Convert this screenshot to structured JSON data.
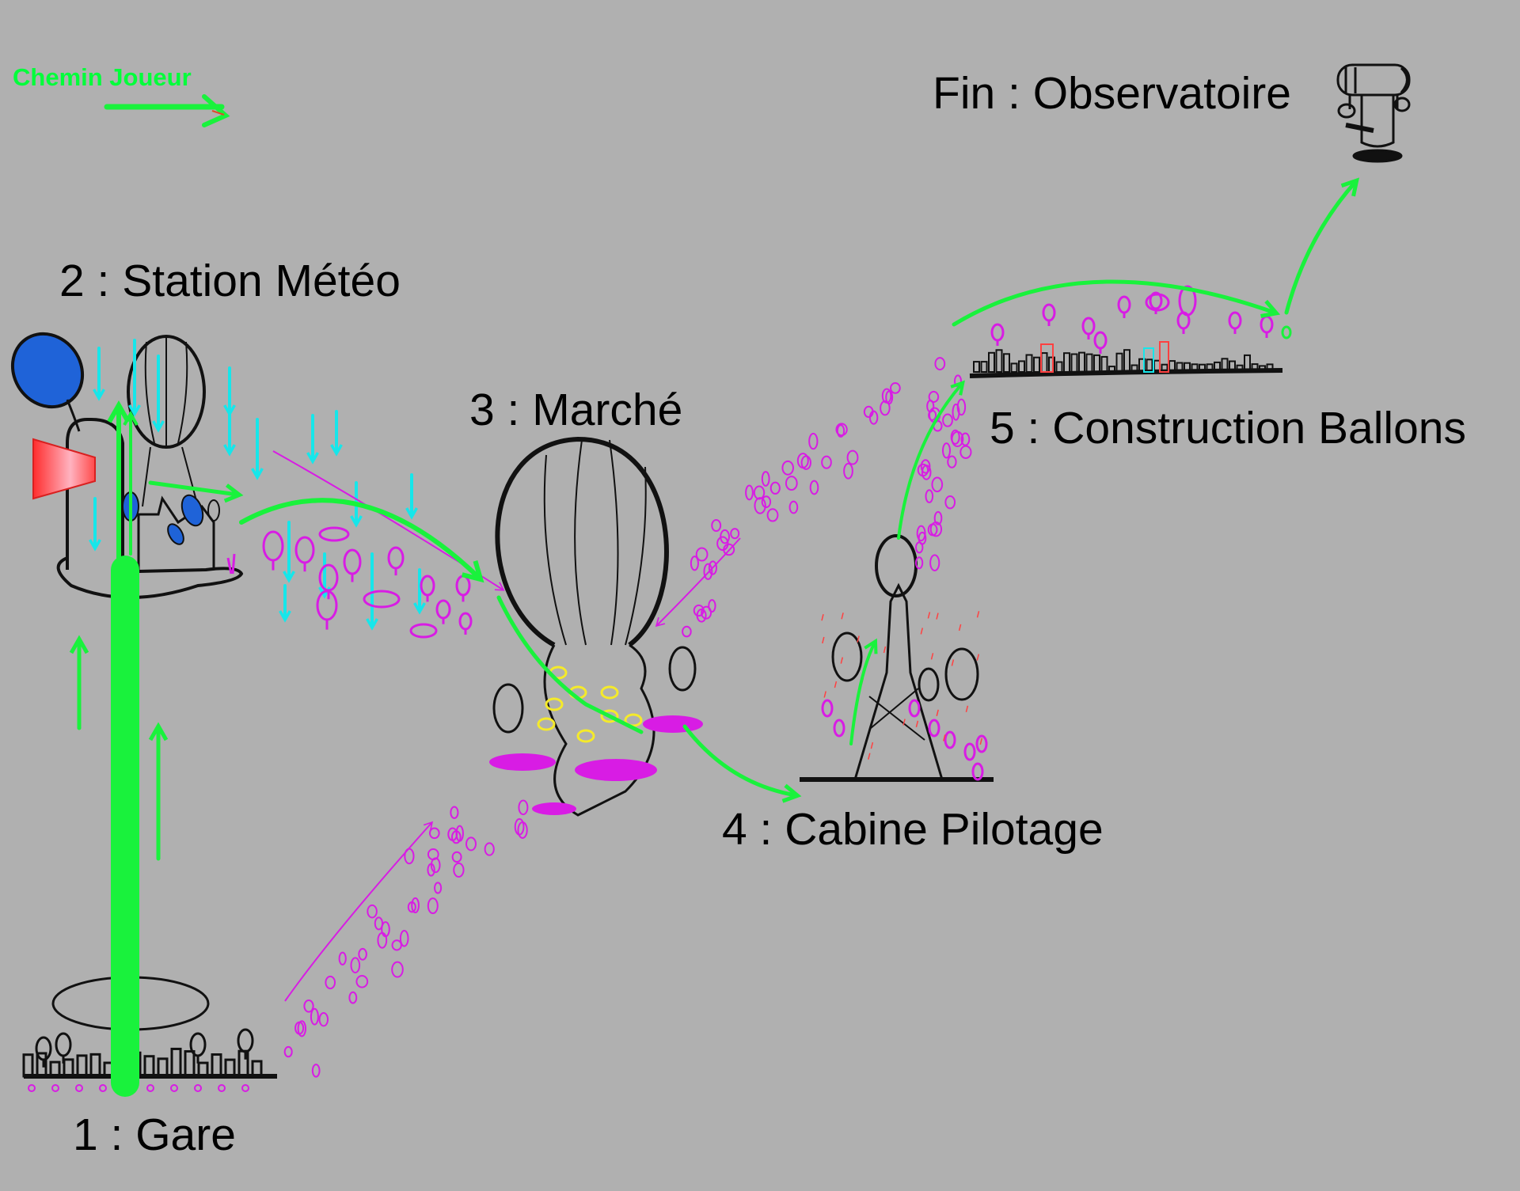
{
  "legend": {
    "label": "Chemin Joueur",
    "color": "#19f23c"
  },
  "colors": {
    "background": "#b0b0b0",
    "player_path": "#19f23c",
    "balloon_traffic": "#d81ce4",
    "wind": "#16e6ea",
    "market_goods": "#f5ea2a",
    "heat": "#ff3a3a",
    "ink": "#111111"
  },
  "stations": [
    {
      "id": "gare",
      "label": "1 : Gare"
    },
    {
      "id": "meteo",
      "label": "2 : Station Météo"
    },
    {
      "id": "marche",
      "label": "3 : Marché"
    },
    {
      "id": "cabine",
      "label": "4 : Cabine Pilotage"
    },
    {
      "id": "construction",
      "label": "5 : Construction Ballons"
    },
    {
      "id": "observatoire",
      "label": "Fin : Observatoire"
    }
  ]
}
